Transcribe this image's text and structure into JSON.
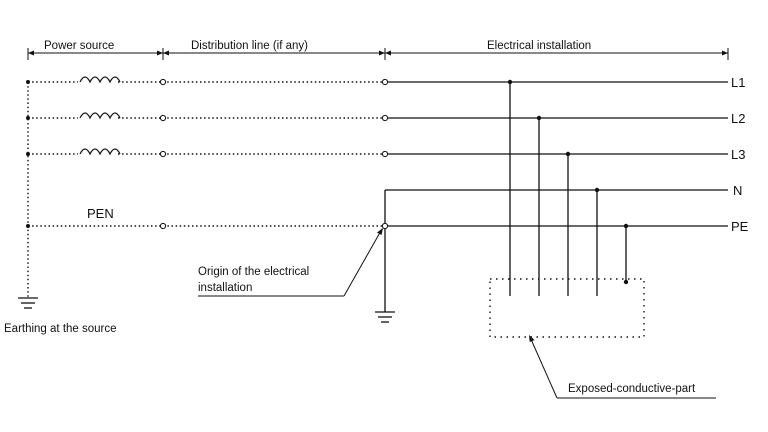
{
  "sections": {
    "power_source": "Power source",
    "distribution_line": "Distribution line (if any)",
    "electrical_installation": "Electrical installation"
  },
  "conductors": {
    "l1": "L1",
    "l2": "L2",
    "l3": "L3",
    "n": "N",
    "pe": "PE",
    "pen": "PEN"
  },
  "annotations": {
    "origin_line1": "Origin of the electrical",
    "origin_line2": "installation",
    "earthing_source": "Earthing at the source",
    "exposed_part": "Exposed-conductive-part"
  }
}
